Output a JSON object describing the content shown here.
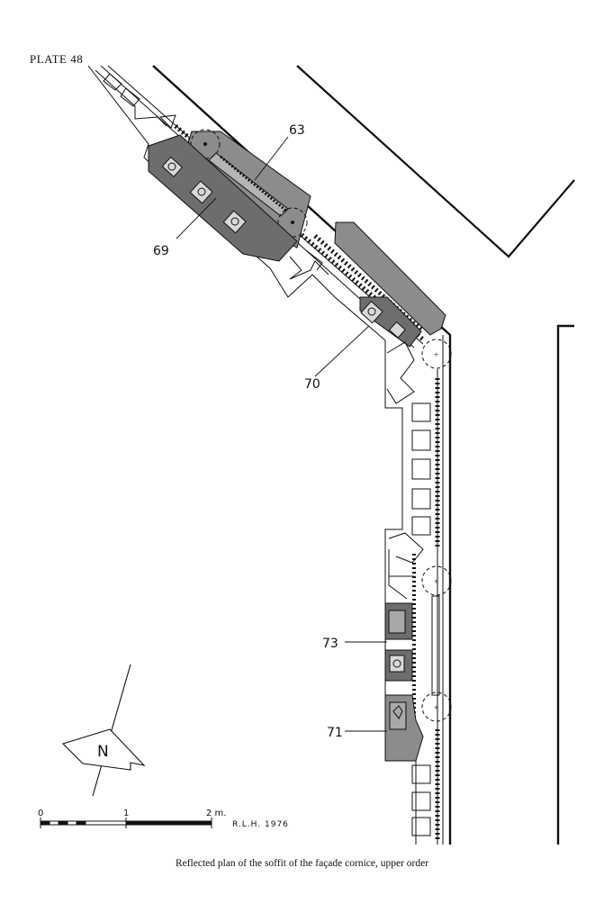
{
  "plate_label": "PLATE 48",
  "caption": "Reflected plan of the soffit of the façade cornice, upper order",
  "callouts": [
    "63",
    "69",
    "70",
    "73",
    "71"
  ],
  "north_arrow": {
    "label": "N"
  },
  "scale_bar": {
    "tick_labels": [
      "0",
      "1",
      "2 m."
    ]
  },
  "signature": "R.L.H. 1976",
  "colors": {
    "ink": "#111111",
    "shade": "#8c8c8c",
    "shade_dark": "#5e5e5e",
    "paper": "#ffffff"
  }
}
